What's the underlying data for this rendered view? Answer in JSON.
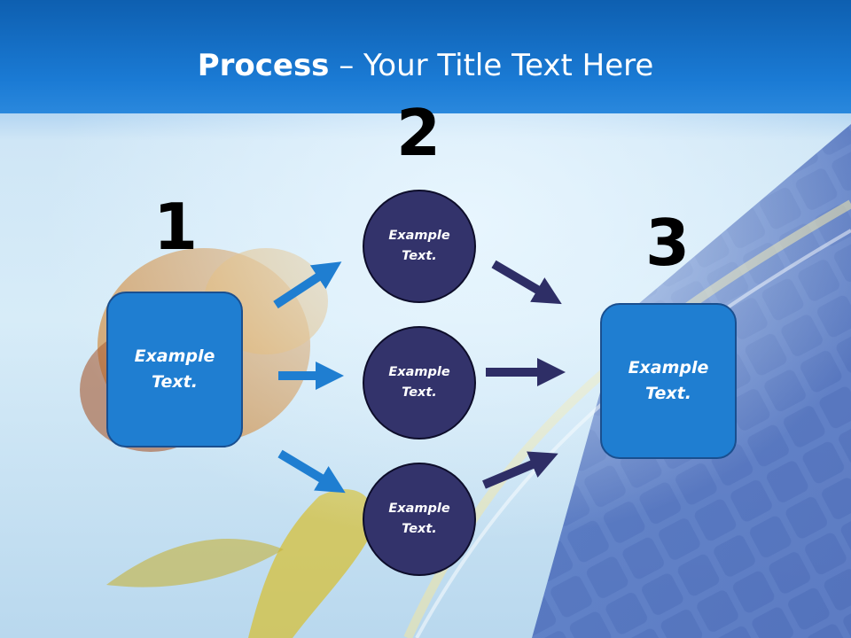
{
  "title": {
    "bold": "Process",
    "rest": " – Your Title Text Here"
  },
  "steps": {
    "one": "1",
    "two": "2",
    "three": "3"
  },
  "left_box": {
    "text": "Example Text."
  },
  "circles": [
    {
      "text": "Example Text."
    },
    {
      "text": "Example Text."
    },
    {
      "text": "Example Text."
    }
  ],
  "right_box": {
    "text": "Example Text."
  },
  "colors": {
    "header": "#1a7ad4",
    "box_fill": "#1f7ed1",
    "circle_fill": "#33336b",
    "arrow_left": "#1f7ed1",
    "arrow_right": "#2e2e66"
  }
}
